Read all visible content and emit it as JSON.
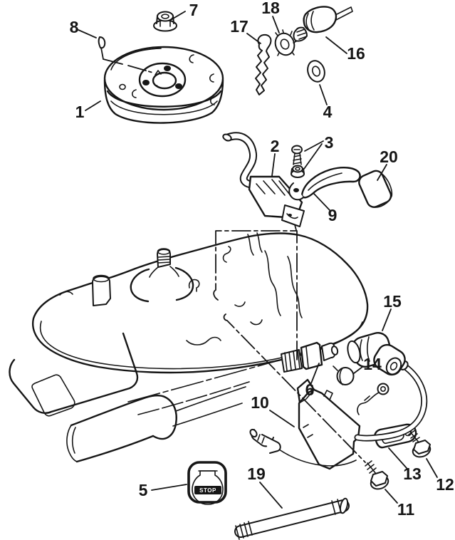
{
  "figure": {
    "background": "#ffffff",
    "ink": "#161616"
  },
  "emblem": {
    "text": "STOP"
  },
  "parts": [
    {
      "num": "1"
    },
    {
      "num": "2"
    },
    {
      "num": "3"
    },
    {
      "num": "4"
    },
    {
      "num": "5"
    },
    {
      "num": "6"
    },
    {
      "num": "7"
    },
    {
      "num": "8"
    },
    {
      "num": "9"
    },
    {
      "num": "10"
    },
    {
      "num": "11"
    },
    {
      "num": "12"
    },
    {
      "num": "13"
    },
    {
      "num": "14"
    },
    {
      "num": "15"
    },
    {
      "num": "16"
    },
    {
      "num": "17"
    },
    {
      "num": "18"
    },
    {
      "num": "19"
    },
    {
      "num": "20"
    }
  ]
}
